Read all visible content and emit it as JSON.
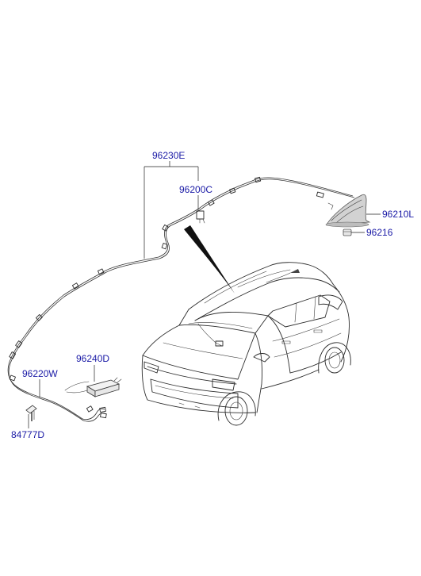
{
  "labels": {
    "l96230E": "96230E",
    "l96200C": "96200C",
    "l96210L": "96210L",
    "l96216": "96216",
    "l96240D": "96240D",
    "l96220W": "96220W",
    "l84777D": "84777D"
  },
  "colors": {
    "label": "#1a1aa6",
    "line": "#2b2b2b",
    "antenna_fill": "#cfcfcf"
  }
}
